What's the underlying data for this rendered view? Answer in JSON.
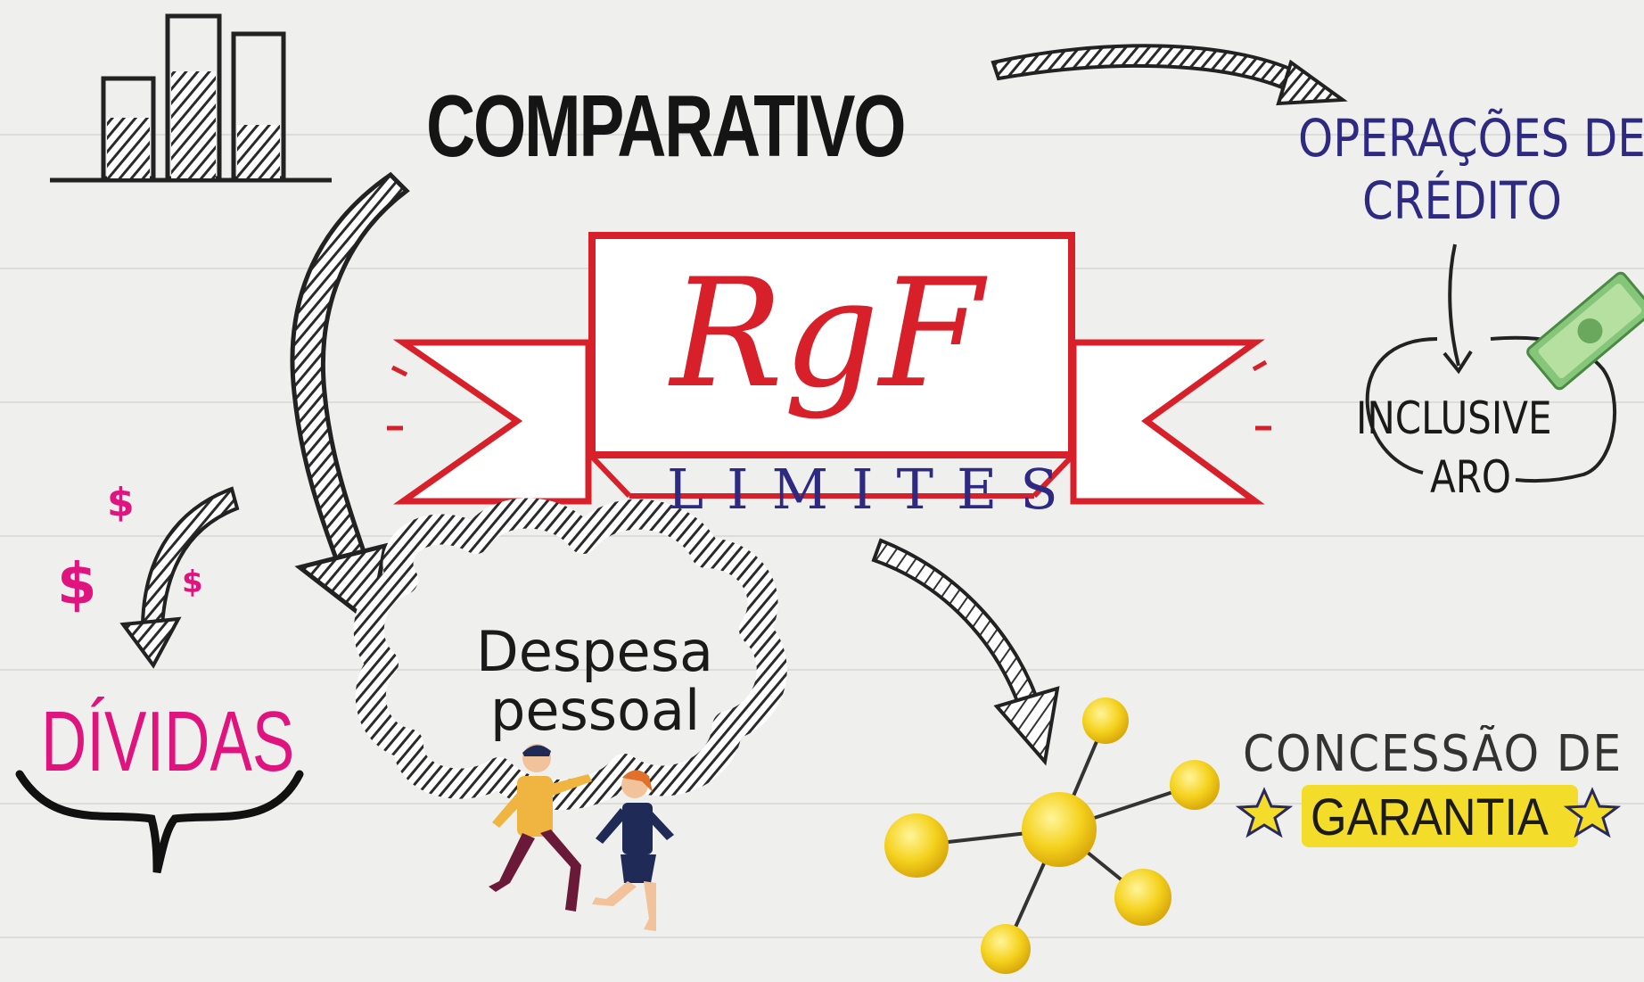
{
  "labels": {
    "comparativo": "COMPARATIVO",
    "operacoes_line1": "OPERAÇÕES DE",
    "operacoes_line2": "CRÉDITO",
    "inclusive": "INCLUSIVE",
    "aro": "ARO",
    "rgf": "RgF",
    "limites": "LIMITES",
    "dividas": "DÍVIDAS",
    "despesa": "Despesa",
    "pessoal": "pessoal",
    "concessao": "CONCESSÃO DE",
    "garantia": "GARANTIA",
    "dollar": "$"
  },
  "colors": {
    "background": "#efefed",
    "banner_red": "#d8202a",
    "navy": "#2e2a82",
    "pink": "#e0147e",
    "yellow_node": "#f5d21e",
    "highlight": "#f4dc2a",
    "ink": "#1a1a1a"
  },
  "icons": [
    "bar-chart-icon",
    "banknote-icon",
    "network-nodes-icon",
    "running-people-icon",
    "star-icon"
  ]
}
